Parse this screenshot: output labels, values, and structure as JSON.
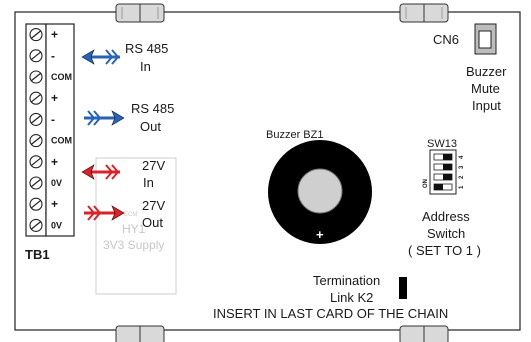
{
  "board": {
    "terminal_block_label": "TB1",
    "terminal_pins": [
      "+",
      "-",
      "COM",
      "+",
      "-",
      "COM",
      "+",
      "0V",
      "+",
      "0V"
    ],
    "rs485_in": {
      "line1": "RS 485",
      "line2": "In"
    },
    "rs485_out": {
      "line1": "RS 485",
      "line2": "Out"
    },
    "v27_in": {
      "line1": "27V",
      "line2": "In"
    },
    "v27_out": {
      "line1": "27V",
      "line2": "Out"
    },
    "supply_module": {
      "line1": "ECM",
      "line2": "HY1",
      "line3": "3V3 Supply"
    },
    "buzzer": {
      "label": "Buzzer BZ1",
      "polarity": "+"
    },
    "cn6": {
      "label": "CN6",
      "line1": "Buzzer",
      "line2": "Mute",
      "line3": "Input"
    },
    "sw13": {
      "label": "SW13",
      "on_label": "ON",
      "positions": [
        "4",
        "3",
        "2",
        "1"
      ]
    },
    "address_switch": {
      "line1": "Address",
      "line2": "Switch",
      "line3": "( SET TO 1 )"
    },
    "termination": {
      "line1": "Termination",
      "line2": "Link K2",
      "line3": "INSERT IN LAST CARD OF THE CHAIN"
    }
  },
  "colors": {
    "rs485_arrow": "#2a62b8",
    "power_arrow": "#d8232a",
    "outline": "#222222",
    "ghost": "#c8c8c8"
  }
}
